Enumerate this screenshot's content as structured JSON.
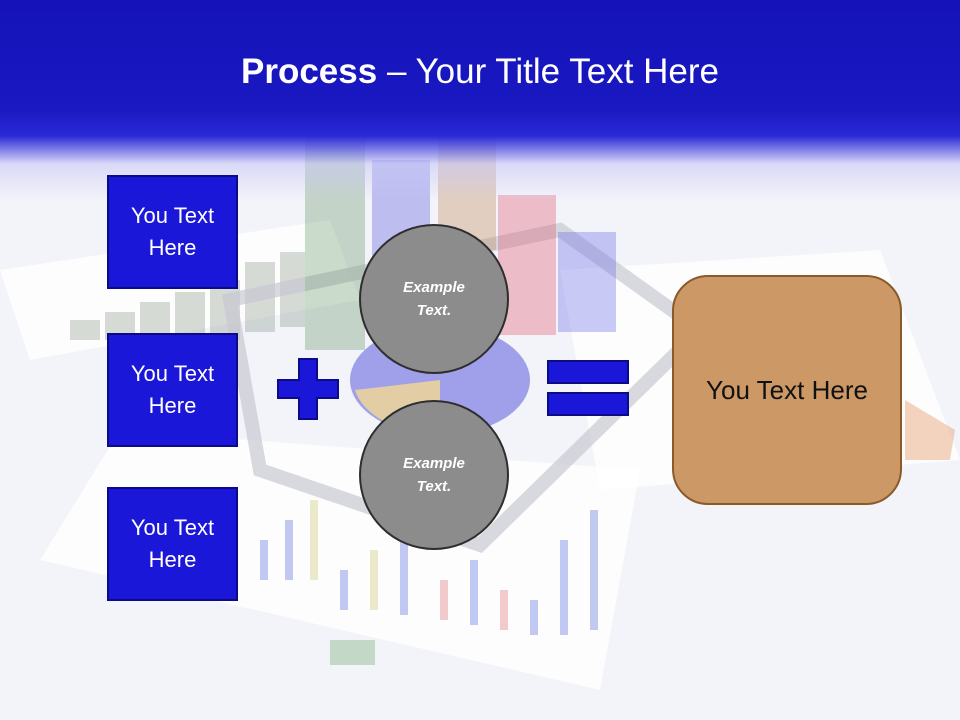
{
  "title": {
    "bold": "Process",
    "rest": " – Your Title Text Here"
  },
  "left_boxes": [
    {
      "text": "You Text Here"
    },
    {
      "text": "You Text Here"
    },
    {
      "text": "You Text Here"
    }
  ],
  "circles": [
    {
      "text": "Example Text."
    },
    {
      "text": "Example Text."
    }
  ],
  "result_box": {
    "text": "You Text Here"
  },
  "colors": {
    "header_blue": "#1412b8",
    "box_blue": "#1a17d9",
    "circle_gray": "#8c8c8c",
    "result_tan": "#cc9966"
  }
}
